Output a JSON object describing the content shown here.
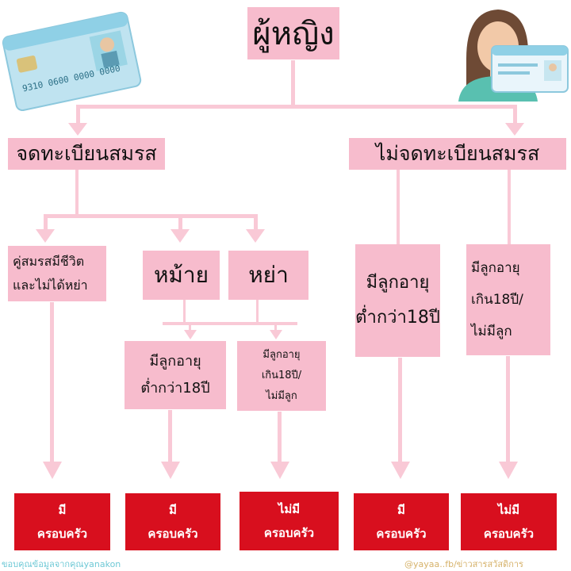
{
  "root": "ผู้หญิง",
  "branches": {
    "registered": "จดทะเบียนสมรส",
    "unregistered": "ไม่จดทะเบียนสมรส"
  },
  "registered_items": {
    "alive": [
      "คู่สมรสมีชีวิต",
      "และไม่ได้หย่า"
    ],
    "widowed": "หม้าย",
    "divorced": "หย่า"
  },
  "child_conditions": {
    "under18": [
      "มีลูกอายุ",
      "ต่ำกว่า18ปี"
    ],
    "over18": [
      "มีลูกอายุ",
      "เกิน18ปี/",
      "ไม่มีลูก"
    ]
  },
  "unregistered_items": {
    "under18": [
      "มีลูกอายุ",
      "ต่ำกว่า18ปี"
    ],
    "over18": [
      "มีลูกอายุ",
      "เกิน18ปี/",
      "ไม่มีลูก"
    ]
  },
  "results": [
    [
      "มี",
      "ครอบครัว"
    ],
    [
      "มี",
      "ครอบครัว"
    ],
    [
      "ไม่มี",
      "ครอบครัว"
    ],
    [
      "มี",
      "ครอบครัว"
    ],
    [
      "ไม่มี",
      "ครอบครัว"
    ]
  ],
  "credits": {
    "left": "ขอบคุณข้อมูลจากคุณyanakon",
    "right": "@yayaa..fb/ข่าวสารสวัสดิการ"
  },
  "id_card": {
    "number": "9310 0600 0000 0000"
  },
  "colors": {
    "box_pink": "#f7bccd",
    "connector_pink": "#f9c9d6",
    "result_red": "#d80f1e"
  }
}
